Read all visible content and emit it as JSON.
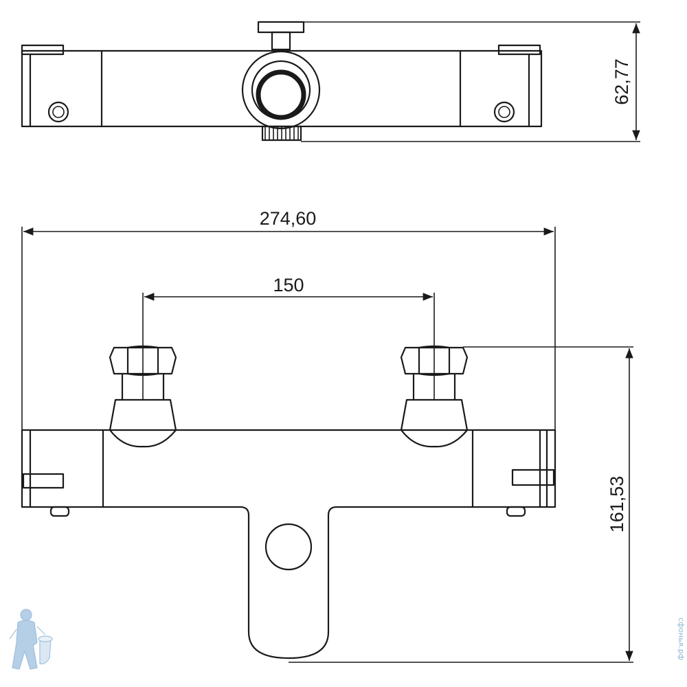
{
  "dimensions": {
    "height_top_view": "62,77",
    "overall_width": "274,60",
    "inlet_spacing": "150",
    "overall_height": "161,53"
  },
  "watermark": {
    "site_text": "сфонья.рф",
    "logo_icon": "plumber-logo-icon"
  },
  "colors": {
    "line": "#1a1a1a",
    "background": "#ffffff",
    "watermark": "#8fb4d6"
  }
}
